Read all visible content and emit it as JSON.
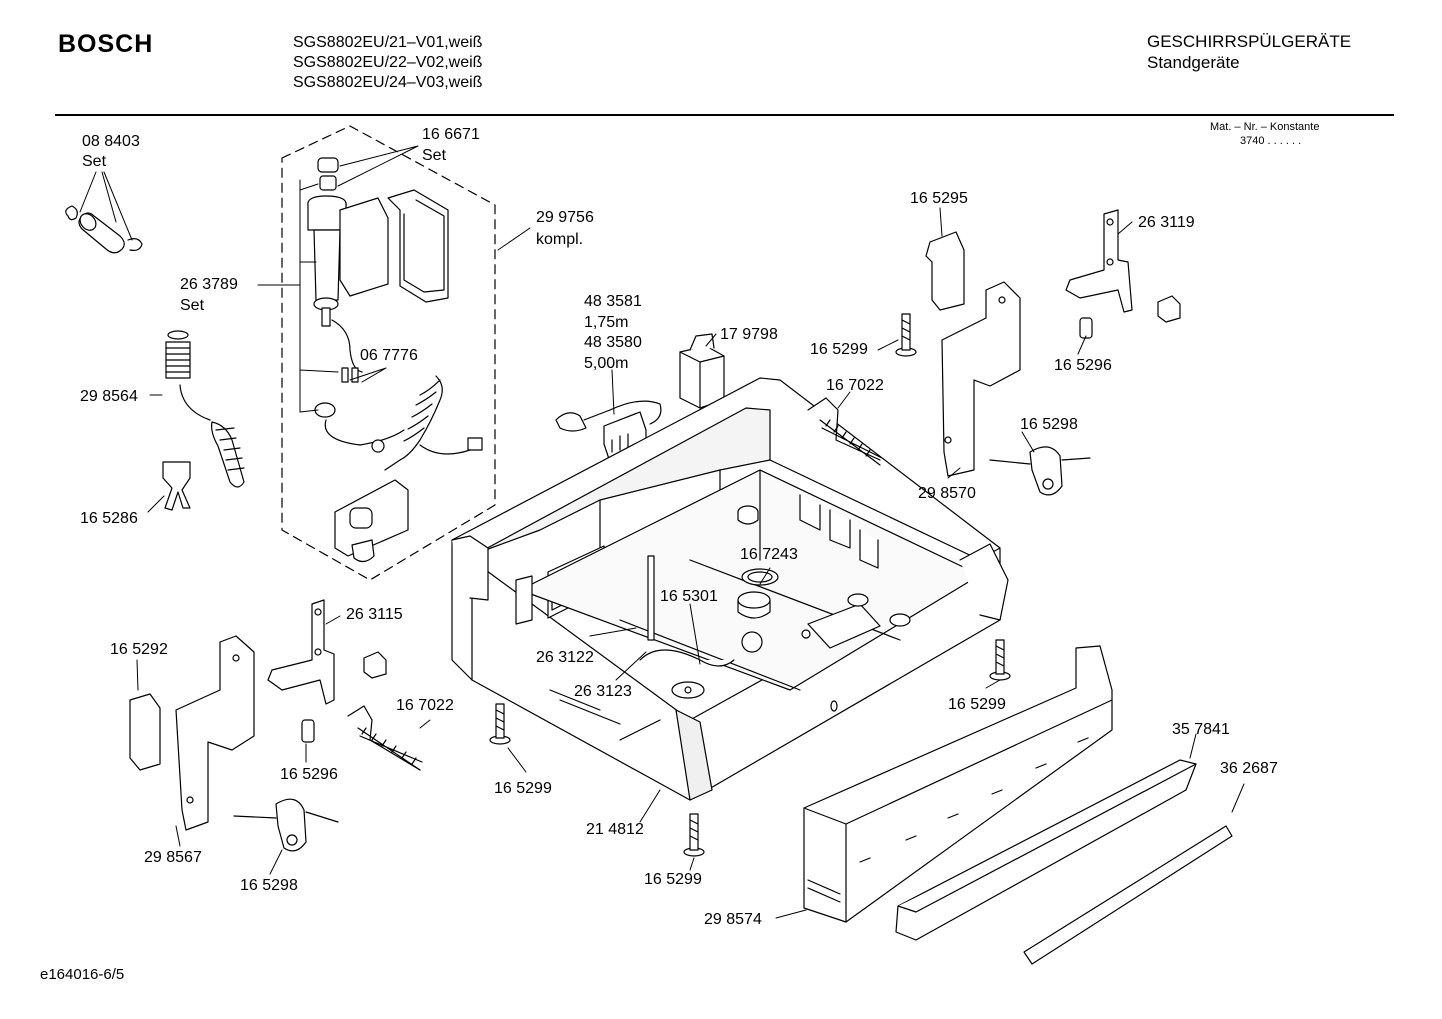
{
  "header": {
    "brand": "BOSCH",
    "models": [
      "SGS8802EU/21–V01,weiß",
      "SGS8802EU/22–V02,weiß",
      "SGS8802EU/24–V03,weiß"
    ],
    "category": "GESCHIRRSPÜLGERÄTE",
    "subcategory": "Standgeräte",
    "mat_nr_label": "Mat. – Nr. – Konstante",
    "mat_nr_value": "3740  .  .  .  .  .  ."
  },
  "footer": {
    "doc_id": "e164016-6/5"
  },
  "labels": [
    "08 8403",
    "Set",
    "16 6671",
    "Set",
    "29 9756",
    "kompl.",
    "26 3789",
    "Set",
    "29 8564",
    "16 5286",
    "06 7776",
    "48 3581",
    "1,75m",
    "48 3580",
    "5,00m",
    "17 9798",
    "16 5295",
    "26 3119",
    "16 5299",
    "16 7022",
    "16 5296",
    "16 5298",
    "29 8570",
    "16 7243",
    "16 5301",
    "26 3115",
    "16 5292",
    "26 3122",
    "26 3123",
    "16 7022",
    "16 5296",
    "16 5299",
    "16 5299",
    "35 7841",
    "36 2687",
    "21 4812",
    "29 8567",
    "16 5298",
    "16 5299",
    "29 8574"
  ],
  "colors": {
    "line": "#000000",
    "fill": "#ffffff",
    "shade": "#e6e6e6"
  }
}
